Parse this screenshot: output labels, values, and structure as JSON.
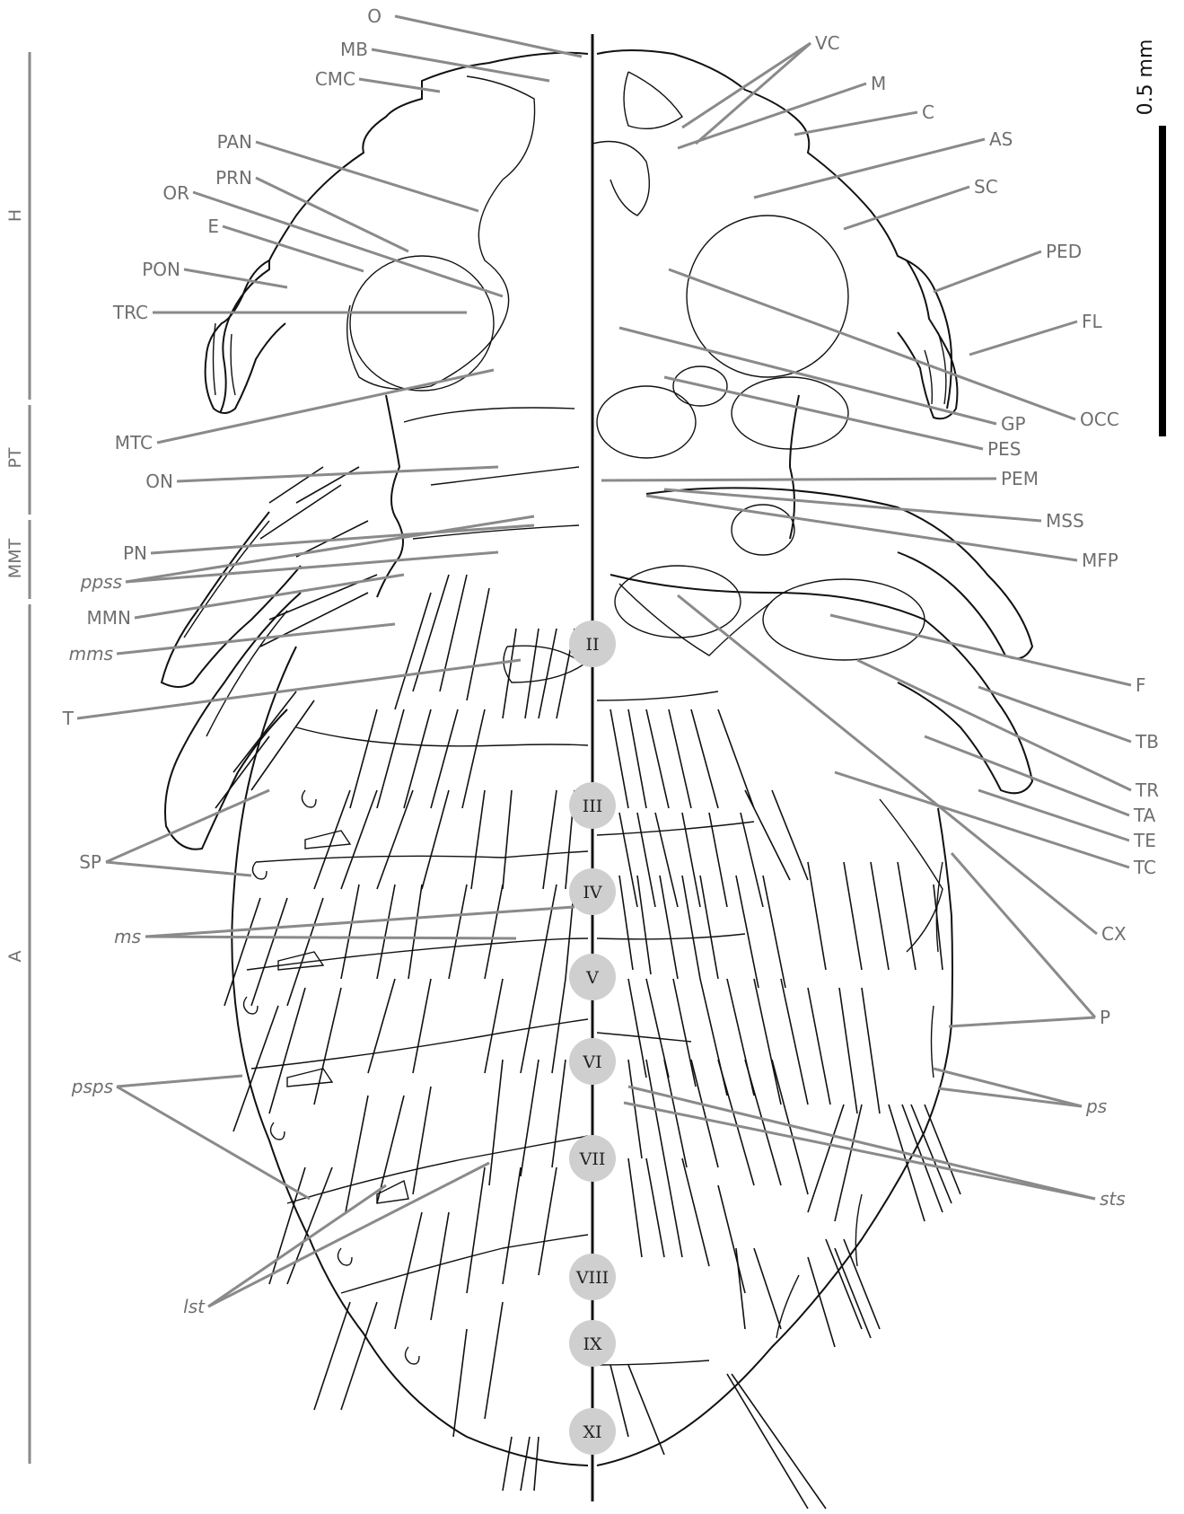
{
  "scale_bar": {
    "label": "0.5 mm"
  },
  "body_regions": [
    "H",
    "PT",
    "MMT",
    "A"
  ],
  "segments": [
    "II",
    "III",
    "IV",
    "V",
    "VI",
    "VII",
    "VIII",
    "IX",
    "XI"
  ],
  "labels": {
    "O": "O",
    "MB": "MB",
    "CMC": "CMC",
    "PAN": "PAN",
    "PRN": "PRN",
    "OR": "OR",
    "E": "E",
    "PON": "PON",
    "TRC": "TRC",
    "MTC": "MTC",
    "ON": "ON",
    "PN": "PN",
    "ppss": "ppss",
    "MMN": "MMN",
    "mms": "mms",
    "T": "T",
    "SP": "SP",
    "ms": "ms",
    "psps": "psps",
    "lst": "lst",
    "VC": "VC",
    "M": "M",
    "C": "C",
    "AS": "AS",
    "SC": "SC",
    "PED": "PED",
    "FL": "FL",
    "GP": "GP",
    "OCC": "OCC",
    "PES": "PES",
    "PEM": "PEM",
    "MSS": "MSS",
    "MFP": "MFP",
    "F": "F",
    "TB": "TB",
    "TR": "TR",
    "TA": "TA",
    "TE": "TE",
    "TC": "TC",
    "CX": "CX",
    "P": "P",
    "ps": "ps",
    "sts": "sts"
  },
  "colors": {
    "line": "#111111",
    "leader": "#8a8a8a",
    "label": "#6f6f6f",
    "segment_disc": "#cfcfcf"
  }
}
